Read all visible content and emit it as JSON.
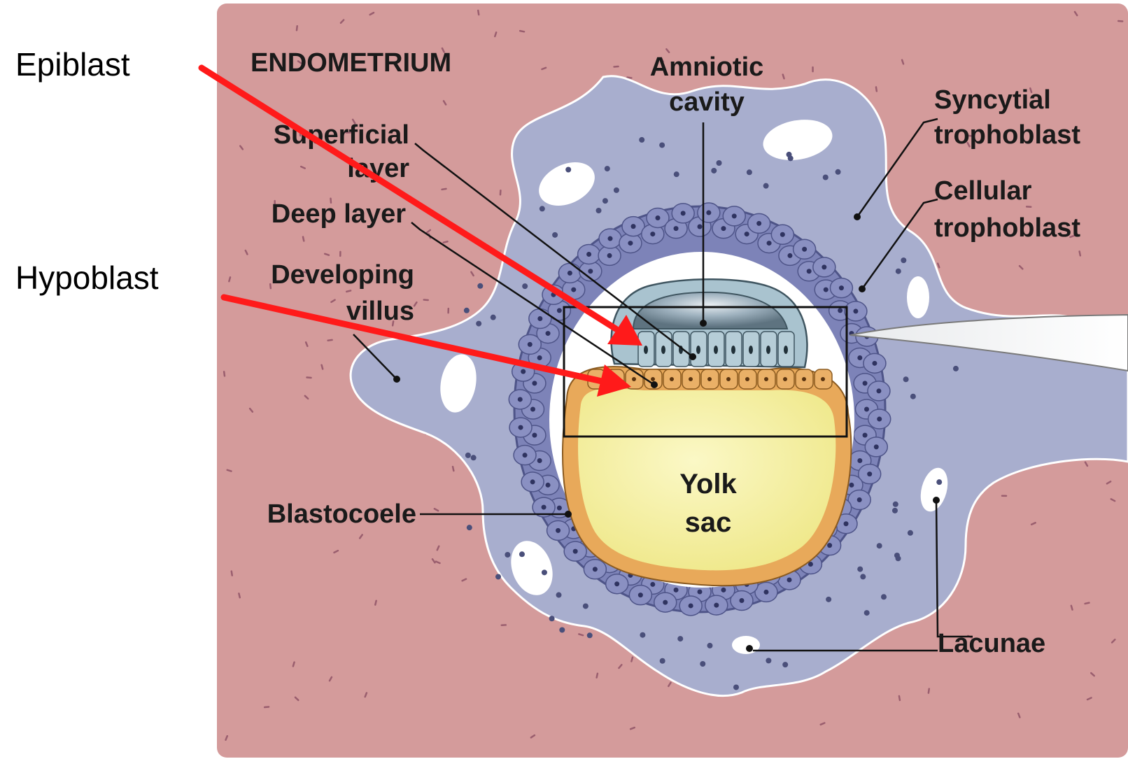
{
  "outer_labels": {
    "epiblast": "Epiblast",
    "hypoblast": "Hypoblast"
  },
  "diagram_labels": {
    "endometrium": "ENDOMETRIUM",
    "amniotic_1": "Amniotic",
    "amniotic_2": "cavity",
    "superficial_1": "Superficial",
    "superficial_2": "layer",
    "deep_layer": "Deep layer",
    "developing_1": "Developing",
    "developing_2": "villus",
    "syncytial_1": "Syncytial",
    "syncytial_2": "trophoblast",
    "cellular_1": "Cellular",
    "cellular_2": "trophoblast",
    "blastocoele": "Blastocoele",
    "yolk_1": "Yolk",
    "yolk_2": "sac",
    "lacunae": "Lacunae"
  },
  "colors": {
    "endometrium": "#d49b9b",
    "syncytial": "#a8aece",
    "cellular": "#7d83b8",
    "amniotic": "#a9c3cf",
    "hypoblast": "#e8a95a",
    "yolk": "#f3ef9a",
    "arrow": "#ff1a1a"
  }
}
